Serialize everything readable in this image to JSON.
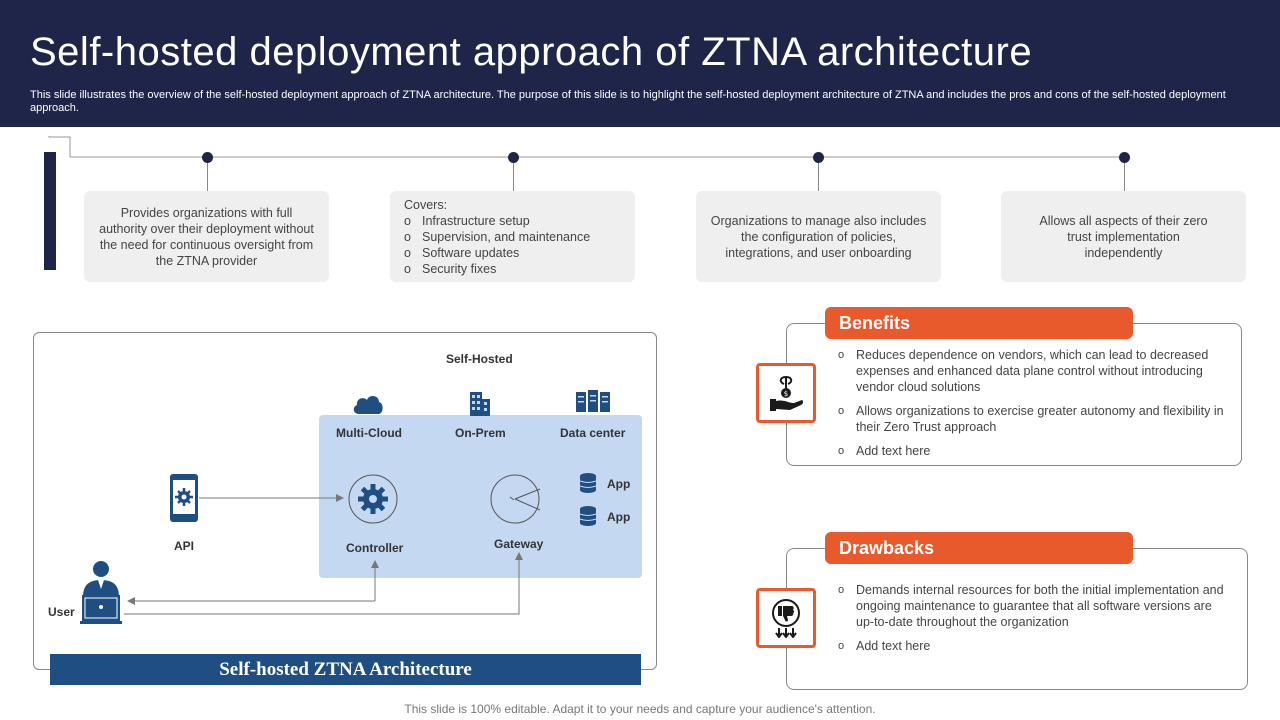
{
  "header": {
    "title": "Self-hosted deployment approach of ZTNA architecture",
    "subtitle": "This slide illustrates the overview of the self-hosted deployment approach of ZTNA architecture. The purpose of this slide is to highlight the self-hosted deployment architecture of ZTNA and includes the pros and cons of the self-hosted deployment approach."
  },
  "timeline": {
    "box1": "Provides organizations with full authority over their deployment without the need for continuous oversight from the ZTNA provider",
    "box2": {
      "heading": "Covers:",
      "items": [
        "Infrastructure setup",
        "Supervision, and maintenance",
        "Software updates",
        "Security fixes"
      ]
    },
    "box3": "Organizations to manage also includes the configuration of policies, integrations, and user onboarding",
    "box4": "Allows all aspects of their zero trust implementation independently"
  },
  "architecture": {
    "self_hosted_label": "Self-Hosted",
    "multi_cloud": "Multi-Cloud",
    "on_prem": "On-Prem",
    "data_center": "Data center",
    "api": "API",
    "controller": "Controller",
    "gateway": "Gateway",
    "app1": "App",
    "app2": "App",
    "user": "User",
    "footer": "Self-hosted ZTNA Architecture"
  },
  "benefits": {
    "title": "Benefits",
    "items": [
      "Reduces dependence on vendors, which can lead to decreased expenses and enhanced data plane control without introducing vendor cloud solutions",
      "Allows organizations to exercise greater autonomy and flexibility in their Zero Trust approach",
      "Add text here"
    ]
  },
  "drawbacks": {
    "title": "Drawbacks",
    "items": [
      "Demands internal resources for both the initial implementation and ongoing maintenance to guarantee that all software versions are up-to-date throughout the organization",
      "Add text here"
    ]
  },
  "footer_note": "This slide is 100% editable. Adapt it to your needs and capture your audience's attention.",
  "colors": {
    "navy": "#1f2548",
    "accent_orange": "#e85a2c",
    "panel_blue": "#c5d8f1",
    "footer_blue": "#1f4e82",
    "icon_blue": "#1f4e82"
  }
}
